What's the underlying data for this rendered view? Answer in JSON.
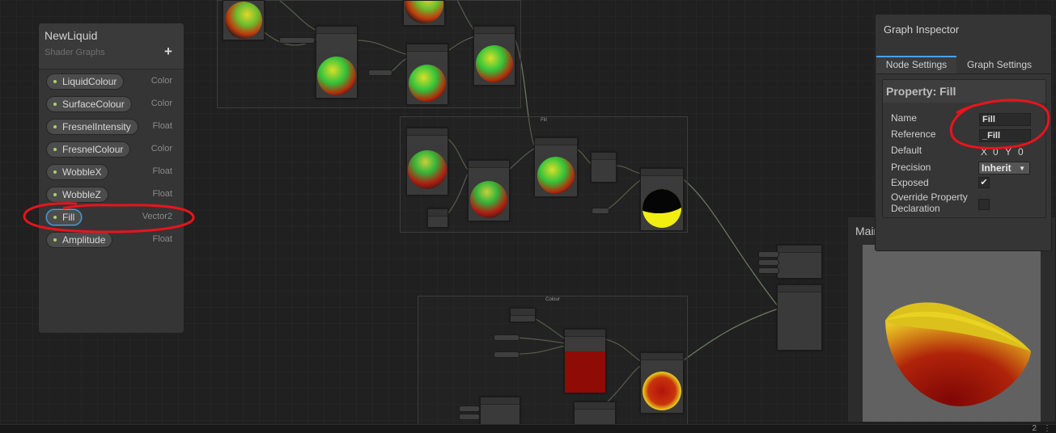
{
  "blackboard": {
    "title": "NewLiquid",
    "subtitle": "Shader Graphs",
    "add_label": "+",
    "properties": [
      {
        "name": "LiquidColour",
        "type": "Color"
      },
      {
        "name": "SurfaceColour",
        "type": "Color"
      },
      {
        "name": "FresnelIntensity",
        "type": "Float"
      },
      {
        "name": "FresnelColour",
        "type": "Color"
      },
      {
        "name": "WobbleX",
        "type": "Float"
      },
      {
        "name": "WobbleZ",
        "type": "Float"
      },
      {
        "name": "Fill",
        "type": "Vector2"
      },
      {
        "name": "Amplitude",
        "type": "Float"
      }
    ]
  },
  "groups": {
    "fill": "Fill",
    "colour": "Colour"
  },
  "inspector": {
    "title": "Graph Inspector",
    "tabs": [
      "Node Settings",
      "Graph Settings"
    ],
    "property_title": "Property: Fill",
    "name_label": "Name",
    "name_value": "Fill",
    "reference_label": "Reference",
    "reference_value": "_Fill",
    "default_label": "Default",
    "x_label": "X",
    "x_value": "0",
    "y_label": "Y",
    "y_value": "0",
    "precision_label": "Precision",
    "precision_value": "Inherit",
    "exposed_label": "Exposed",
    "exposed_check": "✔",
    "override_label_1": "Override Property",
    "override_label_2": "Declaration"
  },
  "main_preview": {
    "title": "Main Preview"
  },
  "status": {
    "count": "2",
    "menu": "⋮"
  },
  "colors": {
    "selection_border": "#4ba1e8",
    "annotation_red": "#e8141c",
    "property_dot": "#a6d45f"
  }
}
